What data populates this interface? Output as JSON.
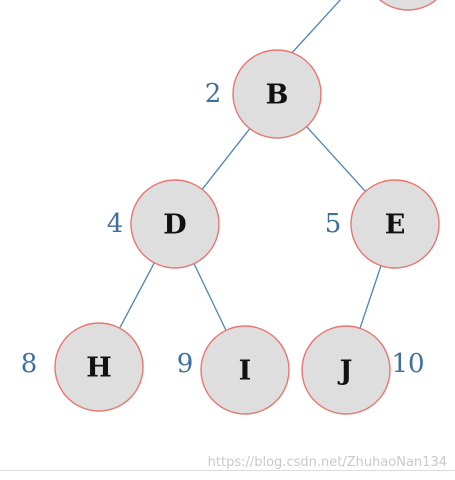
{
  "colors": {
    "node_fill": "#dedede",
    "node_border": "#e8766f",
    "edge": "#4e86b4",
    "index_text": "#3f6f9f",
    "label_text": "#111111"
  },
  "nodes": [
    {
      "id": "B",
      "label": "B",
      "index": "2"
    },
    {
      "id": "D",
      "label": "D",
      "index": "4"
    },
    {
      "id": "E",
      "label": "E",
      "index": "5"
    },
    {
      "id": "H",
      "label": "H",
      "index": "8"
    },
    {
      "id": "I",
      "label": "I",
      "index": "9"
    },
    {
      "id": "J",
      "label": "J",
      "index": "10"
    }
  ],
  "edges": [
    {
      "from": "B",
      "to": "D"
    },
    {
      "from": "B",
      "to": "E"
    },
    {
      "from": "D",
      "to": "H"
    },
    {
      "from": "D",
      "to": "I"
    },
    {
      "from": "E",
      "to": "J"
    }
  ],
  "watermark": "https://blog.csdn.net/ZhuhaoNan134"
}
